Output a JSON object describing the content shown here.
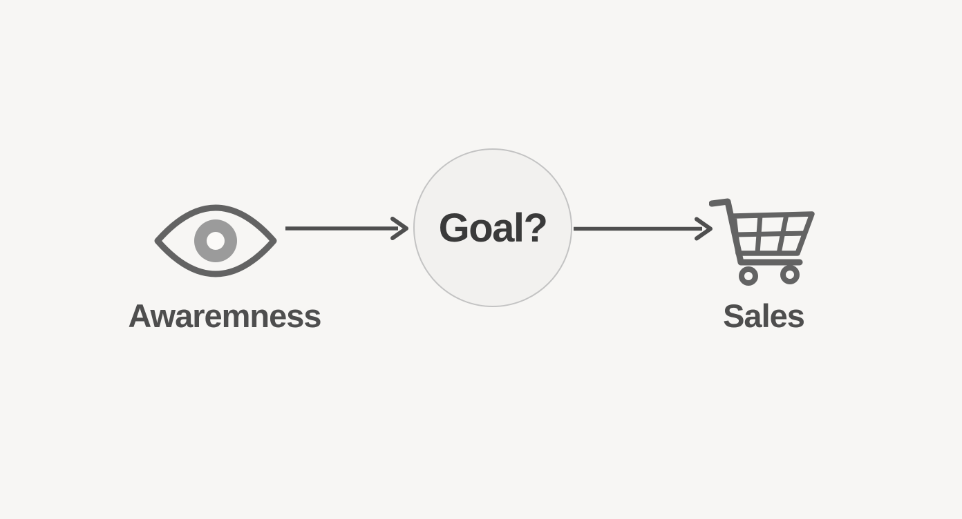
{
  "diagram": {
    "flow": {
      "source": {
        "label": "Awaremness",
        "icon": "eye"
      },
      "center": {
        "label": "Goal?",
        "shape": "circle"
      },
      "target": {
        "label": "Sales",
        "icon": "shopping-cart"
      }
    },
    "connectors": [
      {
        "from": "source",
        "to": "center",
        "style": "arrow-right"
      },
      {
        "from": "center",
        "to": "target",
        "style": "arrow-right"
      }
    ],
    "colors": {
      "background": "#f7f6f4",
      "icon_stroke": "#636363",
      "iris_fill": "#9b9b9b",
      "pupil_fill": "#fbfaf8",
      "label_text": "#4e4e4e",
      "goal_text": "#3a3a3a",
      "arrow": "#4f4f4f",
      "circle_fill": "#f2f1ef",
      "circle_border": "#c3c3c3"
    }
  }
}
